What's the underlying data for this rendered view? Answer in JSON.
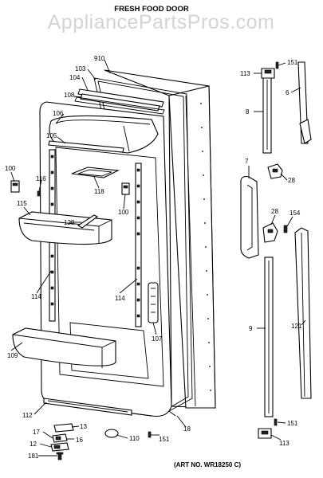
{
  "watermark": "AppliancePartsPros.com",
  "title": "FRESH FOOD DOOR",
  "art_number": "(ART NO. WR18250 C)",
  "labels": {
    "p910": "910",
    "p103": "103",
    "p104": "104",
    "p108": "108",
    "p106": "106",
    "p105": "105",
    "p100a": "100",
    "p116": "116",
    "p118": "118",
    "p100b": "100",
    "p115": "115",
    "p128": "128",
    "p114a": "114",
    "p114b": "114",
    "p107": "107",
    "p109": "109",
    "p112": "112",
    "p13": "13",
    "p17": "17",
    "p16": "16",
    "p12": "12",
    "p181": "181",
    "p110": "110",
    "p151c": "151",
    "p18": "18",
    "p113a": "113",
    "p151a": "151",
    "p6": "6",
    "p8": "8",
    "p7": "7",
    "p28a": "28",
    "p28b": "28",
    "p154": "154",
    "p9": "9",
    "p121": "121",
    "p151b": "151",
    "p113b": "113"
  }
}
